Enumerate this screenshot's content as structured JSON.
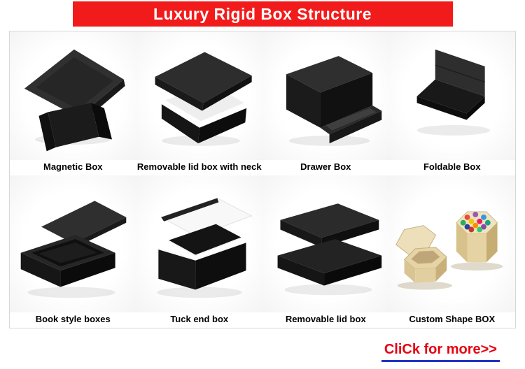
{
  "header": {
    "title": "Luxury Rigid Box Structure",
    "bg_color": "#f21b1b",
    "text_color": "#ffffff"
  },
  "grid": {
    "items": [
      {
        "label": "Magnetic Box"
      },
      {
        "label": "Removable lid box with neck"
      },
      {
        "label": "Drawer Box"
      },
      {
        "label": "Foldable Box"
      },
      {
        "label": "Book style boxes"
      },
      {
        "label": "Tuck end box"
      },
      {
        "label": "Removable lid box"
      },
      {
        "label": "Custom Shape BOX"
      }
    ]
  },
  "footer": {
    "cta_label": "CliCk for more>>",
    "cta_color": "#e60012",
    "underline_color": "#2433c4"
  }
}
